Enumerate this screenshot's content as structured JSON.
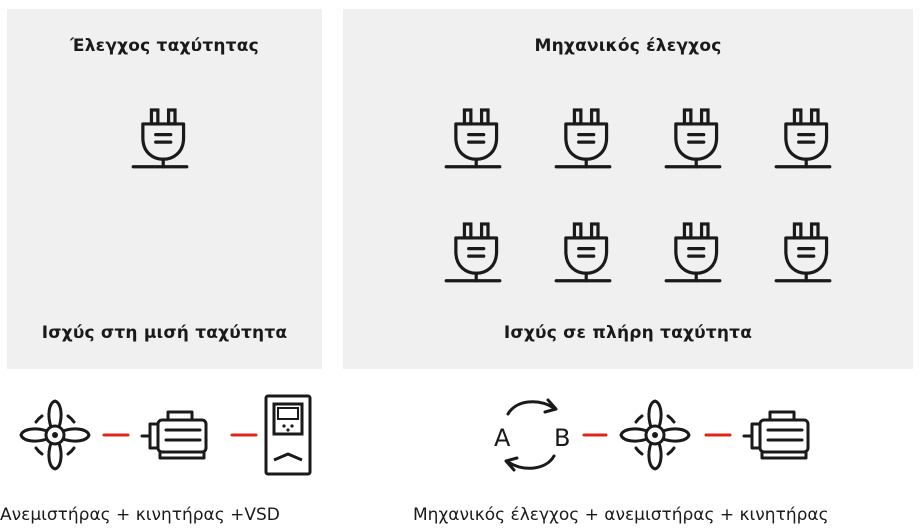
{
  "left_panel": {
    "title": "Έλεγχος ταχύτητας",
    "footer": "Ισχύς στη μισή ταχύτητα",
    "plug_count": 1,
    "plug_icon": "power-plug-icon"
  },
  "right_panel": {
    "title": "Μηχανικός έλεγχος",
    "footer": "Ισχύς σε πλήρη ταχύτητα",
    "plug_count": 8,
    "plug_icon": "power-plug-icon"
  },
  "left_chain": {
    "icons": [
      "fan-icon",
      "motor-icon",
      "drive-vsd-icon"
    ],
    "caption": "Ανεμιστήρας + κινητήρας +VSD"
  },
  "right_chain": {
    "icons": [
      "ab-cycle-icon",
      "fan-icon",
      "motor-icon"
    ],
    "ab_labels": [
      "A",
      "B"
    ],
    "caption": "Μηχανικός έλεγχος + ανεμιστήρας + κινητήρας"
  },
  "colors": {
    "panel_bg": "#f0f0f0",
    "icon_stroke": "#1a1a1a",
    "connector": "#e2231a"
  }
}
